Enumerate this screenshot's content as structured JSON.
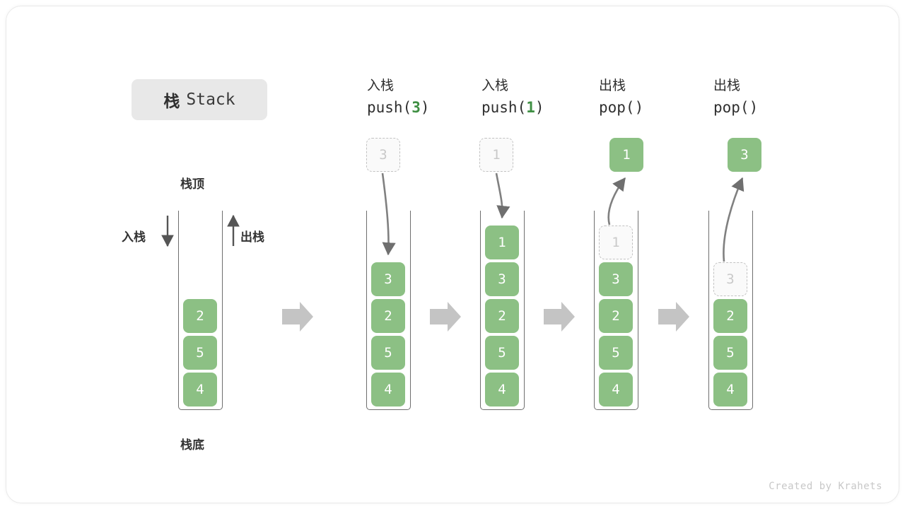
{
  "diagram": {
    "title_cn": "栈",
    "title_en": "Stack",
    "footer": "Created by Krahets"
  },
  "legend": {
    "top_label": "栈顶",
    "bottom_label": "栈底",
    "push_label": "入栈",
    "pop_label": "出栈"
  },
  "colors": {
    "cell_fill": "#8cc084",
    "cell_text": "#ffffff",
    "ghost_border": "#c2c2c2",
    "ghost_text": "#c9c9c9",
    "arrow_gray": "#777777",
    "block_arrow": "#c4c4c4",
    "accent_green": "#3f8f43",
    "chip_bg": "#e8e8e8"
  },
  "columns": [
    {
      "id": "initial",
      "op_cn": "",
      "op_code": "",
      "code_prefix": "",
      "code_arg": "",
      "code_suffix": "",
      "stack": [
        "2",
        "5",
        "4"
      ],
      "ghost": null,
      "result": null
    },
    {
      "id": "push-3",
      "op_cn": "入栈",
      "op_code": "push(3)",
      "code_prefix": "push(",
      "code_arg": "3",
      "code_suffix": ")",
      "stack": [
        "3",
        "2",
        "5",
        "4"
      ],
      "ghost": {
        "value": "3",
        "position": "above"
      },
      "result": null
    },
    {
      "id": "push-1",
      "op_cn": "入栈",
      "op_code": "push(1)",
      "code_prefix": "push(",
      "code_arg": "1",
      "code_suffix": ")",
      "stack": [
        "1",
        "3",
        "2",
        "5",
        "4"
      ],
      "ghost": {
        "value": "1",
        "position": "above"
      },
      "result": null
    },
    {
      "id": "pop-1",
      "op_cn": "出栈",
      "op_code": "pop()",
      "code_prefix": "pop()",
      "code_arg": "",
      "code_suffix": "",
      "stack": [
        "3",
        "2",
        "5",
        "4"
      ],
      "ghost": {
        "value": "1",
        "position": "slot-0"
      },
      "result": {
        "value": "1"
      }
    },
    {
      "id": "pop-3",
      "op_cn": "出栈",
      "op_code": "pop()",
      "code_prefix": "pop()",
      "code_arg": "",
      "code_suffix": "",
      "stack": [
        "2",
        "5",
        "4"
      ],
      "ghost": {
        "value": "3",
        "position": "slot-0"
      },
      "result": {
        "value": "3"
      }
    }
  ],
  "step_arrows": [
    {
      "id": "step-arrow-1"
    },
    {
      "id": "step-arrow-2"
    },
    {
      "id": "step-arrow-3"
    },
    {
      "id": "step-arrow-4"
    }
  ]
}
